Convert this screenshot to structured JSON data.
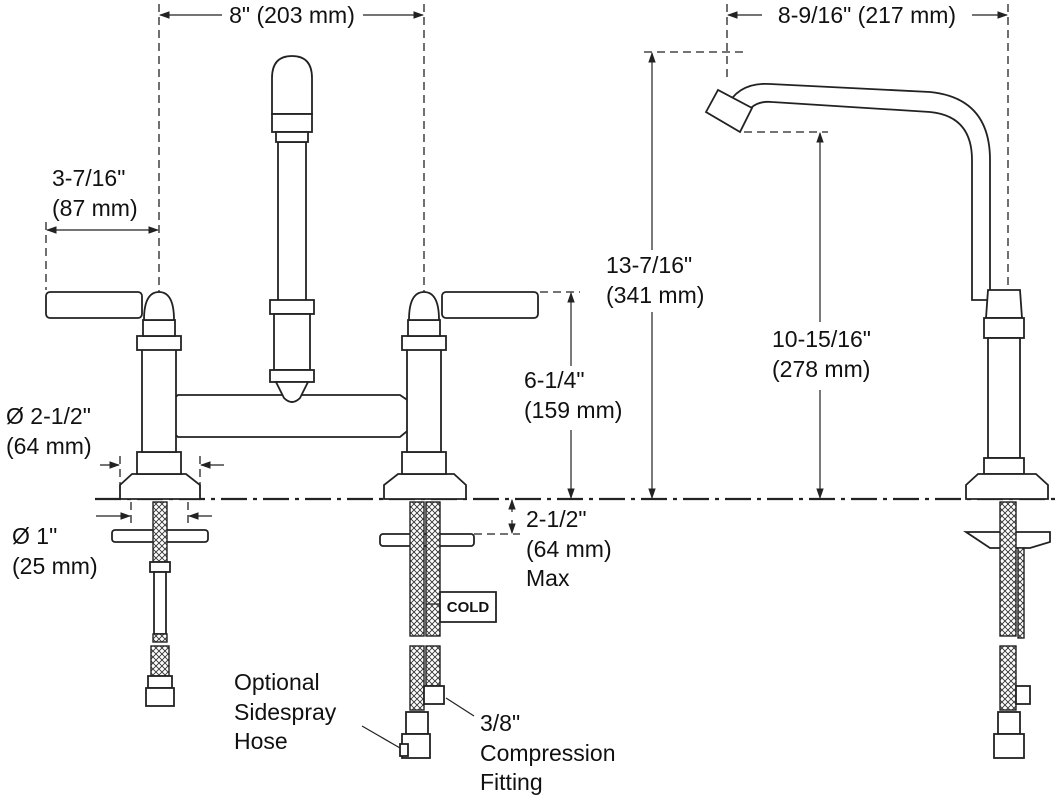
{
  "dimensions": {
    "spread_width": "8\" (203 mm)",
    "spout_reach": "8-9/16\" (217 mm)",
    "handle_reach_line1": "3-7/16\"",
    "handle_reach_line2": "(87 mm)",
    "overall_height_line1": "13-7/16\"",
    "overall_height_line2": "(341 mm)",
    "spout_height_line1": "10-15/16\"",
    "spout_height_line2": "(278 mm)",
    "handle_height_line1": "6-1/4\"",
    "handle_height_line2": "(159 mm)",
    "base_diameter_line1": "Ø 2-1/2\"",
    "base_diameter_line2": "(64 mm)",
    "hole_diameter_line1": "Ø 1\"",
    "hole_diameter_line2": "(25 mm)",
    "deck_thickness_line1": "2-1/2\"",
    "deck_thickness_line2": "(64 mm)",
    "deck_thickness_line3": "Max"
  },
  "callouts": {
    "cold_tag": "COLD",
    "sidespray_line1": "Optional",
    "sidespray_line2": "Sidespray",
    "sidespray_line3": "Hose",
    "fitting_line1": "3/8\"",
    "fitting_line2": "Compression",
    "fitting_line3": "Fitting"
  }
}
